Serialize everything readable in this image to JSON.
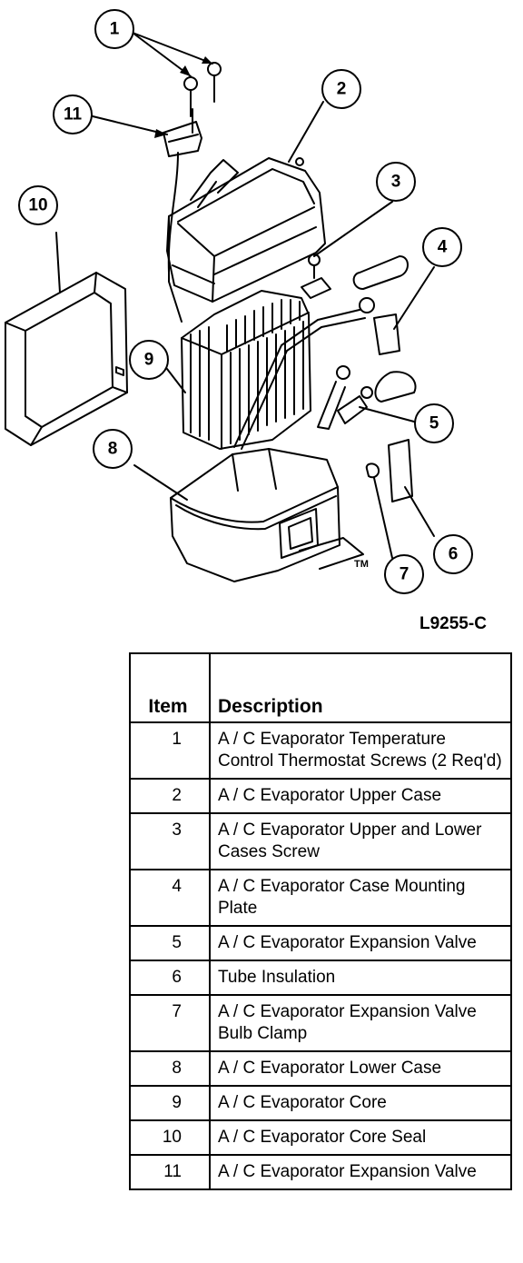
{
  "diagram": {
    "callouts": [
      {
        "num": "1"
      },
      {
        "num": "2"
      },
      {
        "num": "3"
      },
      {
        "num": "4"
      },
      {
        "num": "5"
      },
      {
        "num": "6"
      },
      {
        "num": "7"
      },
      {
        "num": "8"
      },
      {
        "num": "9"
      },
      {
        "num": "10"
      },
      {
        "num": "11"
      }
    ],
    "figure_id": "L9255-C",
    "case_tag": "TM"
  },
  "table": {
    "headers": {
      "item": "Item",
      "description": "Description"
    },
    "rows": [
      {
        "item": "1",
        "description": "A / C Evaporator Temperature Control Thermostat Screws (2 Req'd)"
      },
      {
        "item": "2",
        "description": "A / C Evaporator Upper Case"
      },
      {
        "item": "3",
        "description": "A / C Evaporator Upper and Lower Cases Screw"
      },
      {
        "item": "4",
        "description": "A / C Evaporator Case Mounting Plate"
      },
      {
        "item": "5",
        "description": "A / C Evaporator Expansion Valve"
      },
      {
        "item": "6",
        "description": "Tube Insulation"
      },
      {
        "item": "7",
        "description": "A / C Evaporator Expansion Valve Bulb Clamp"
      },
      {
        "item": "8",
        "description": "A / C Evaporator Lower Case"
      },
      {
        "item": "9",
        "description": "A / C Evaporator Core"
      },
      {
        "item": "10",
        "description": "A / C Evaporator Core Seal"
      },
      {
        "item": "11",
        "description": "A / C Evaporator Expansion Valve"
      }
    ]
  }
}
